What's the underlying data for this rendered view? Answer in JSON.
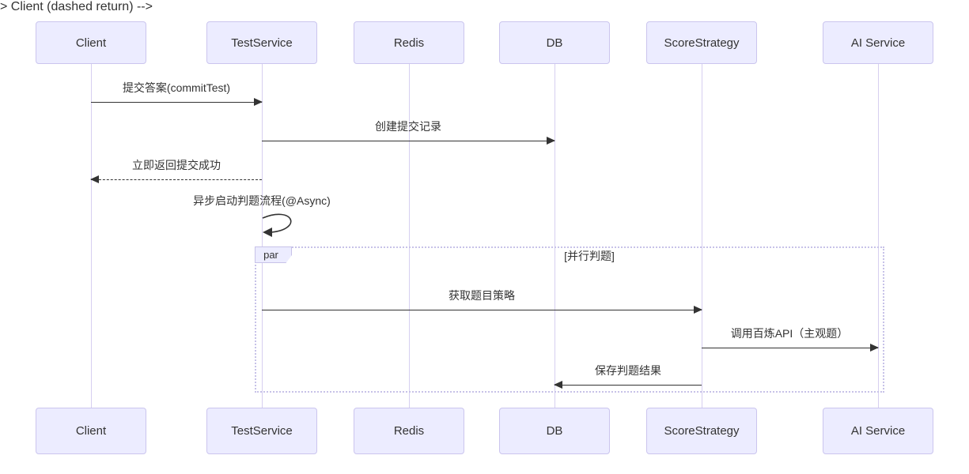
{
  "diagram": {
    "kind": "sequence-diagram",
    "actors": [
      "Client",
      "TestService",
      "Redis",
      "DB",
      "ScoreStrategy",
      "AI Service"
    ],
    "messages": [
      {
        "text": "提交答案(commitTest)",
        "from": "Client",
        "to": "TestService",
        "line": "solid"
      },
      {
        "text": "创建提交记录",
        "from": "TestService",
        "to": "DB",
        "line": "solid"
      },
      {
        "text": "立即返回提交成功",
        "from": "TestService",
        "to": "Client",
        "line": "dashed"
      },
      {
        "text": "异步启动判题流程(@Async)",
        "from": "TestService",
        "to": "TestService",
        "line": "self"
      },
      {
        "text": "获取题目策略",
        "from": "TestService",
        "to": "ScoreStrategy",
        "line": "solid",
        "inside": "par"
      },
      {
        "text": "调用百炼API（主观题）",
        "from": "ScoreStrategy",
        "to": "AI Service",
        "line": "solid",
        "inside": "par"
      },
      {
        "text": "保存判题结果",
        "from": "ScoreStrategy",
        "to": "DB",
        "line": "solid",
        "inside": "par"
      }
    ],
    "frames": [
      {
        "type": "par",
        "label": "par",
        "condition": "[并行判题]"
      }
    ],
    "colors": {
      "actor_fill": "#ECECFF",
      "actor_border": "#CBC5EE",
      "lifeline": "#D6CFF0",
      "arrow": "#333333",
      "text": "#333333",
      "frame_border": "#C7C2E8",
      "background": "#FFFFFF"
    }
  }
}
